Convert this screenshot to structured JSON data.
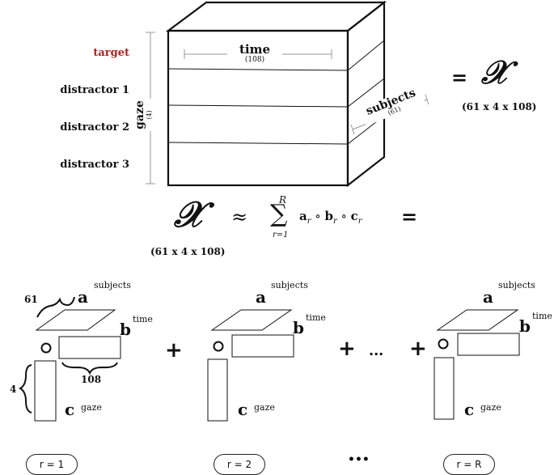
{
  "tensor": {
    "row_labels": [
      {
        "text": "target",
        "color": "#b22222"
      },
      {
        "text": "distractor 1",
        "color": "#111111"
      },
      {
        "text": "distractor 2",
        "color": "#111111"
      },
      {
        "text": "distractor 3",
        "color": "#111111"
      }
    ],
    "gaze_label": "gaze",
    "gaze_dim": "(4)",
    "time_label": "time",
    "time_dim": "(108)",
    "subjects_label": "subjects",
    "subjects_dim": "(61)"
  },
  "equation_top": {
    "equals": "=",
    "symbol": "𝒳",
    "dims": "(61 x 4 x 108)"
  },
  "equation_mid": {
    "symbol": "𝒳",
    "dims": "(61 x 4 x 108)",
    "approx": "≈",
    "sum_upper": "R",
    "sum_sign": "∑",
    "sum_lower": "r=1",
    "sum_terms": "a",
    "sub_r": "r",
    "circle": "∘",
    "term_b": "b",
    "term_c": "c",
    "equals": "="
  },
  "components": {
    "a_letter": "a",
    "b_letter": "b",
    "c_letter": "c",
    "a_sup": "subjects",
    "b_sup": "time",
    "c_sup": "gaze",
    "outer_product_symbol": "o",
    "dim_subjects": "61",
    "dim_time": "108",
    "dim_gaze": "4",
    "plus": "+",
    "ellipsis": "...",
    "ranks": [
      "r = 1",
      "r = 2",
      "r = R"
    ],
    "rank_ellipsis": "•••"
  },
  "colors": {
    "target": "#b22222",
    "ink": "#111111"
  }
}
